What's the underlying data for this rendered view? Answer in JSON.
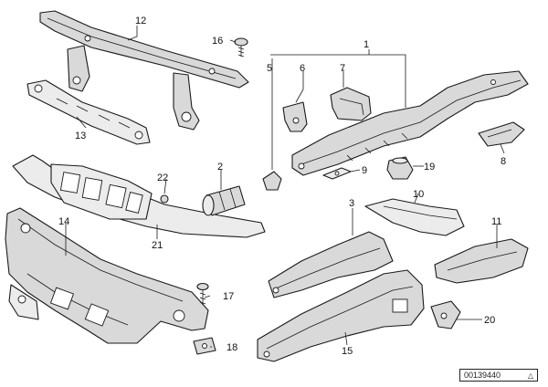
{
  "callouts": {
    "c1": "1",
    "c2": "2",
    "c3": "3",
    "c5": "5",
    "c6": "6",
    "c7": "7",
    "c8": "8",
    "c9": "9",
    "c10": "10",
    "c11": "11",
    "c12": "12",
    "c13": "13",
    "c14": "14",
    "c15": "15",
    "c16": "16",
    "c17": "17",
    "c18": "18",
    "c19": "19",
    "c20": "20",
    "c21": "21",
    "c22": "22"
  },
  "reference": {
    "number": "00139440",
    "marker": "△"
  }
}
